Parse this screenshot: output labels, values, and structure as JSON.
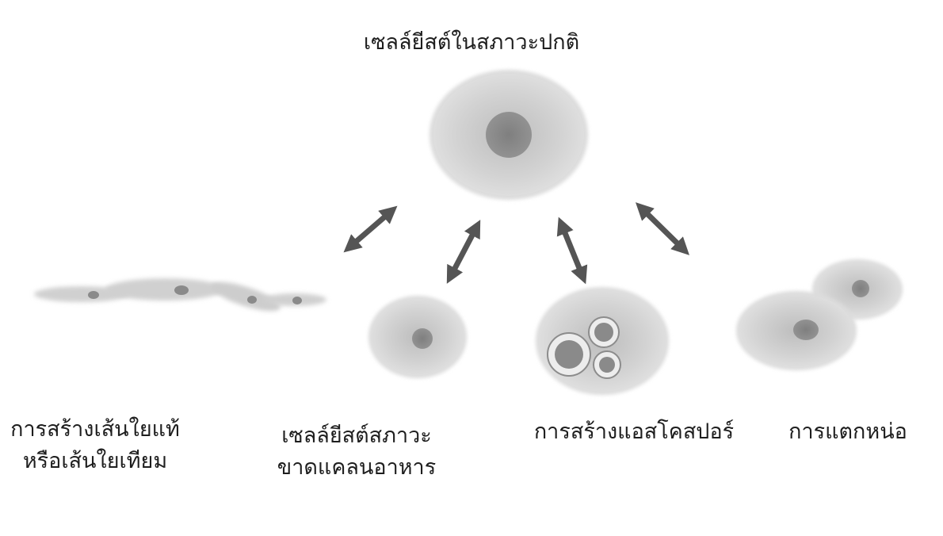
{
  "diagram": {
    "center": {
      "label": "เซลล์ยีสต์ในสภาวะปกติ"
    },
    "states": [
      {
        "id": "pseudohyphae",
        "lines": [
          "การสร้างเส้นใยแท้",
          "หรือเส้นใยเทียม"
        ]
      },
      {
        "id": "starved",
        "lines": [
          "เซลล์ยีสต์สภาวะ",
          "ขาดแคลนอาหาร"
        ]
      },
      {
        "id": "ascospore",
        "lines": [
          "การสร้างแอสโคสปอร์"
        ]
      },
      {
        "id": "budding",
        "lines": [
          "การแตกหน่อ"
        ]
      }
    ],
    "colors": {
      "cell_body": "#d6d6d6",
      "cell_center": "#c6c6c6",
      "nucleus": "#8a8a8a",
      "arrow": "#555555",
      "text": "#1e1e1e"
    }
  }
}
